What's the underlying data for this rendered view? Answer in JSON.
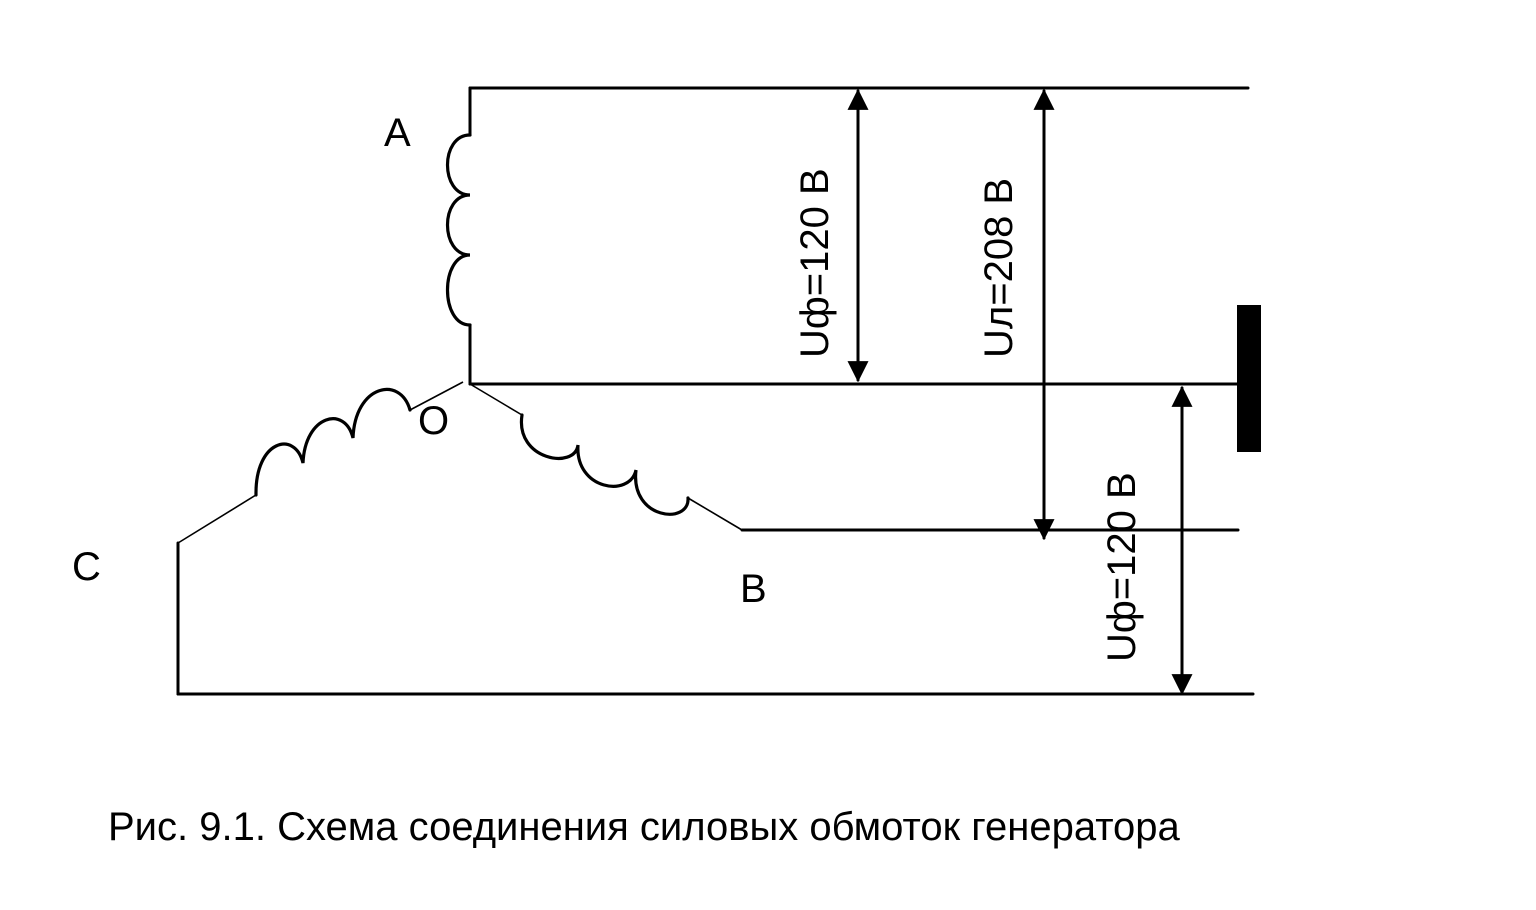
{
  "figure": {
    "caption": "Рис. 9.1. Схема соединения силовых обмоток генератора"
  },
  "nodes": {
    "a": "A",
    "b": "B",
    "c": "C",
    "neutral": "O"
  },
  "measurements": {
    "phase_voltage_top": "Uф=120 В",
    "line_voltage": "Uл=208 В",
    "phase_voltage_bottom": "Uф=120 В"
  }
}
